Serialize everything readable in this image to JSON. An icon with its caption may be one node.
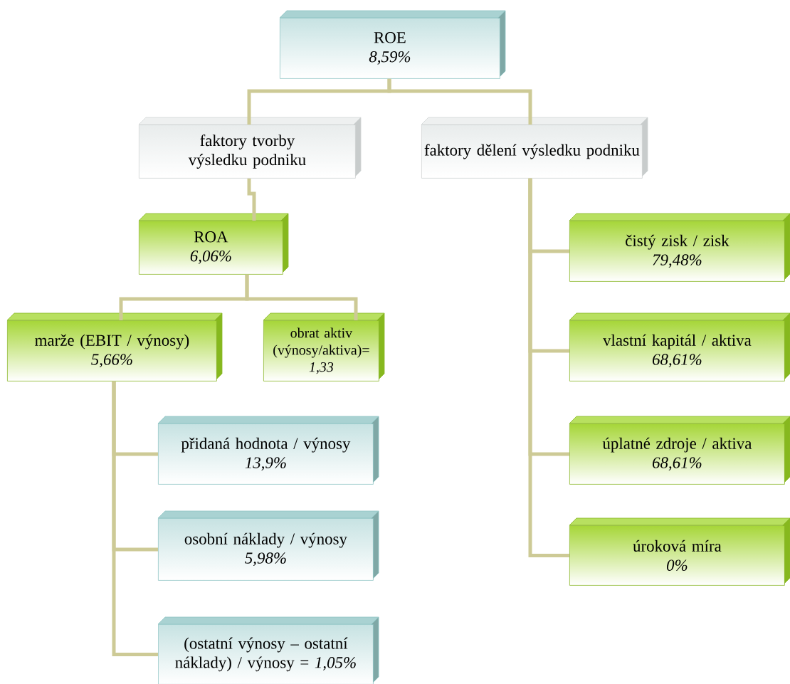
{
  "diagram": {
    "nodes": [
      {
        "text": [
          "ROE",
          "8,59%"
        ]
      },
      {
        "text": [
          "faktory tvorby výsledku podniku"
        ]
      },
      {
        "text": [
          "faktory dělení výsledku podniku"
        ]
      },
      {
        "text": [
          "ROA",
          "6,06%"
        ]
      },
      {
        "text": [
          "marže (EBIT / výnosy)",
          "5,66%"
        ]
      },
      {
        "text": [
          "obrat aktiv (výnosy/aktiva)= *1,33*"
        ]
      },
      {
        "text": [
          "přidaná hodnota / výnosy",
          "13,9%"
        ]
      },
      {
        "text": [
          "osobní náklady / výnosy",
          "5,98%"
        ]
      },
      {
        "text": [
          "(ostatní výnosy – ostatní náklady) / výnosy = *1,05%*"
        ]
      },
      {
        "text": [
          "čistý zisk / zisk",
          "79,48%"
        ]
      },
      {
        "text": [
          "vlastní kapitál / aktiva",
          "68,61%"
        ]
      },
      {
        "text": [
          "úplatné zdroje / aktiva",
          "68,61%"
        ]
      },
      {
        "text": [
          "úroková míra",
          "0%"
        ]
      }
    ],
    "edges": [
      {
        "from": 0,
        "to": 1,
        "arrow": "none"
      },
      {
        "from": 0,
        "to": 2,
        "arrow": "none"
      },
      {
        "from": 1,
        "to": 3,
        "arrow": "none"
      },
      {
        "from": 3,
        "to": 4,
        "arrow": "none"
      },
      {
        "from": 3,
        "to": 5,
        "arrow": "none"
      },
      {
        "from": 4,
        "to": 6,
        "arrow": "none"
      },
      {
        "from": 4,
        "to": 7,
        "arrow": "none"
      },
      {
        "from": 4,
        "to": 8,
        "arrow": "none"
      },
      {
        "from": 2,
        "to": 9,
        "arrow": "none"
      },
      {
        "from": 2,
        "to": 10,
        "arrow": "none"
      },
      {
        "from": 2,
        "to": 11,
        "arrow": "none"
      },
      {
        "from": 2,
        "to": 12,
        "arrow": "none"
      }
    ]
  }
}
